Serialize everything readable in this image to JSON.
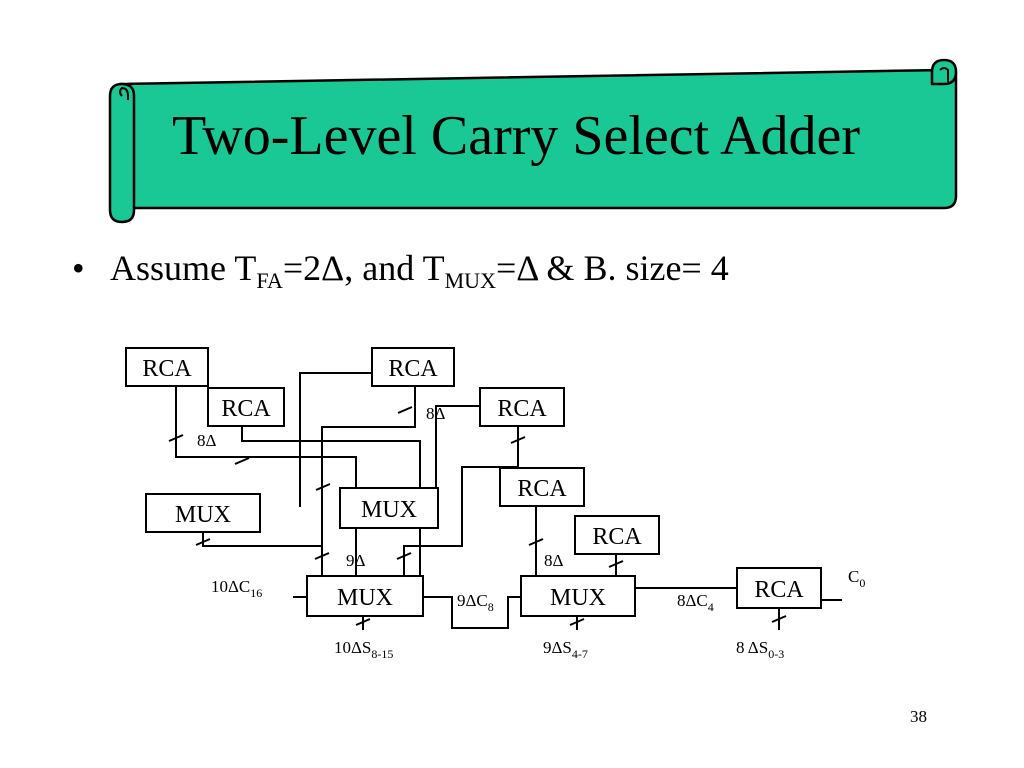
{
  "title": "Two-Level Carry Select Adder",
  "bullet": {
    "dot": "•",
    "p1": "Assume T",
    "s1": "FA",
    "p2": "=2Δ, and T",
    "s2": "MUX",
    "p3": "=Δ & B. size= 4"
  },
  "blocks": {
    "rca": "RCA",
    "mux": "MUX"
  },
  "labels": {
    "d8": "8Δ",
    "d9": "9Δ",
    "c16": "10ΔC",
    "c16_sub": "16",
    "c8": "9ΔC",
    "c8_sub": "8",
    "c4": "8ΔC",
    "c4_sub": "4",
    "c0": "C",
    "c0_sub": "0",
    "s815": "10ΔS",
    "s815_sub": "8-15",
    "s47": "9ΔS",
    "s47_sub": "4-7",
    "s03": "8 ΔS",
    "s03_sub": "0-3"
  },
  "page_number": "38",
  "colors": {
    "banner_fill": "#19C894",
    "line": "#000000"
  }
}
